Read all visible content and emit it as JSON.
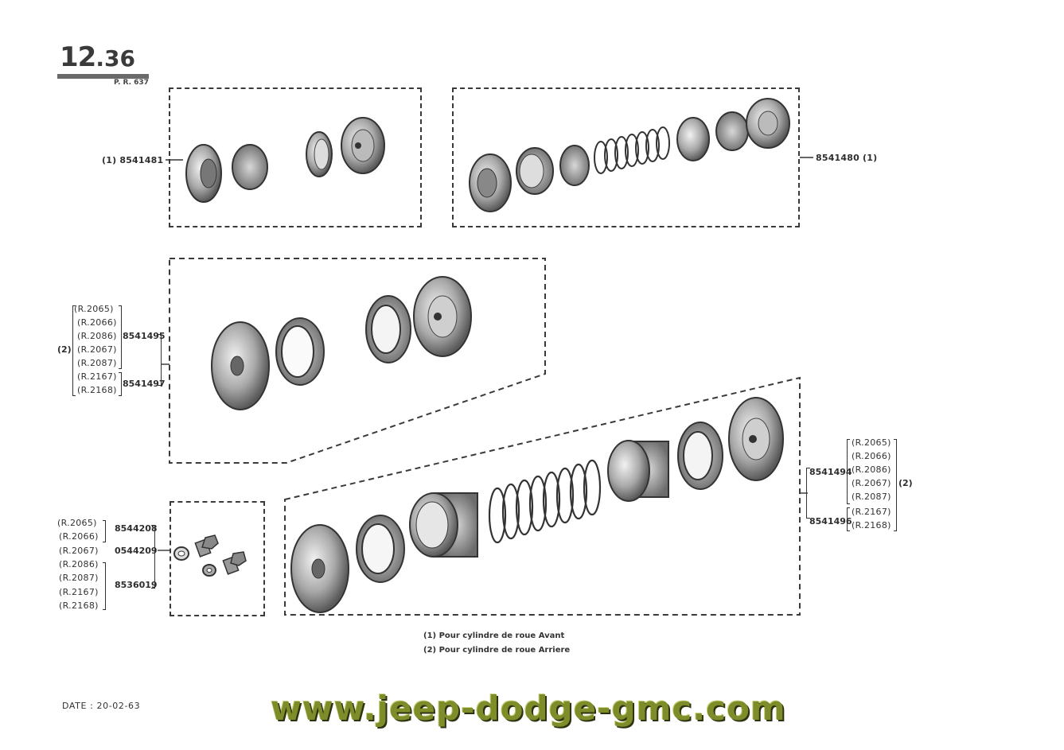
{
  "header": {
    "page_number_main": "12",
    "page_number_sub": ".36",
    "pr_code": "P. R. 637"
  },
  "groups": {
    "front_small": {
      "label": "(1) 8541481"
    },
    "front_large": {
      "label": "8541480 (1)"
    },
    "rear_small": {
      "refs": [
        "(R.2065)",
        "(R.2066)",
        "(R.2086)",
        "(R.2067)",
        "(R.2087)",
        "(R.2167)",
        "(R.2168)"
      ],
      "note_marker": "(2)",
      "part_a": "8541495",
      "part_b": "8541497"
    },
    "rear_large": {
      "refs": [
        "(R.2065)",
        "(R.2066)",
        "(R.2086)",
        "(R.2067)",
        "(R.2087)",
        "(R.2167)",
        "(R.2168)"
      ],
      "note_marker": "(2)",
      "part_a": "8541494",
      "part_b": "8541496"
    },
    "bleeders": {
      "refs": [
        "(R.2065)",
        "(R.2066)",
        "(R.2067)",
        "(R.2086)",
        "(R.2087)",
        "(R.2167)",
        "(R.2168)"
      ],
      "part_a": "8544208",
      "part_b": "0544209",
      "part_c": "8536019"
    }
  },
  "notes": [
    "(1) Pour cylindre de roue Avant",
    "(2) Pour cylindre de roue Arriere"
  ],
  "footer": {
    "date": "DATE : 20-02-63",
    "website": "www.jeep-dodge-gmc.com"
  },
  "colors": {
    "ink": "#2b2b2b",
    "website_green": "#7f8c2a"
  }
}
